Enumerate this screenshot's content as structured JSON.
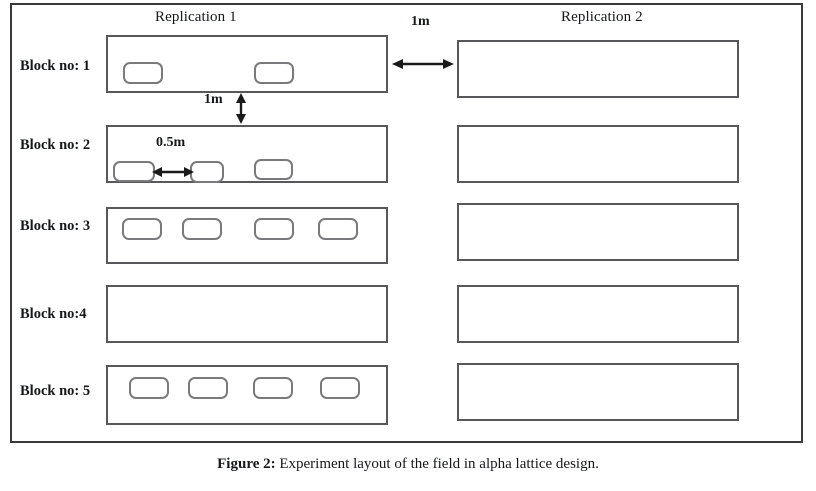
{
  "figure": {
    "caption_label": "Figure 2:",
    "caption_text": " Experiment layout of the field in alpha lattice design.",
    "border_color": "#3a3a3a",
    "block_border_color": "#58585a",
    "plot_border_color": "#7a7a7c",
    "background": "#ffffff"
  },
  "replications": [
    {
      "title": "Replication 1"
    },
    {
      "title": "Replication 2"
    }
  ],
  "blocks": [
    {
      "label": "Block no: 1",
      "plots": 2
    },
    {
      "label": "Block no: 2",
      "plots": 3
    },
    {
      "label": "Block no: 3",
      "plots": 4
    },
    {
      "label": "Block no:4",
      "plots": 0
    },
    {
      "label": "Block no: 5",
      "plots": 4
    }
  ],
  "replication2_blocks": [
    {
      "plots": 0
    },
    {
      "plots": 0
    },
    {
      "plots": 0
    },
    {
      "plots": 0
    },
    {
      "plots": 0
    }
  ],
  "dimensions": {
    "between_replications": "1m",
    "between_blocks": "1m",
    "between_plots": "0.5m"
  }
}
